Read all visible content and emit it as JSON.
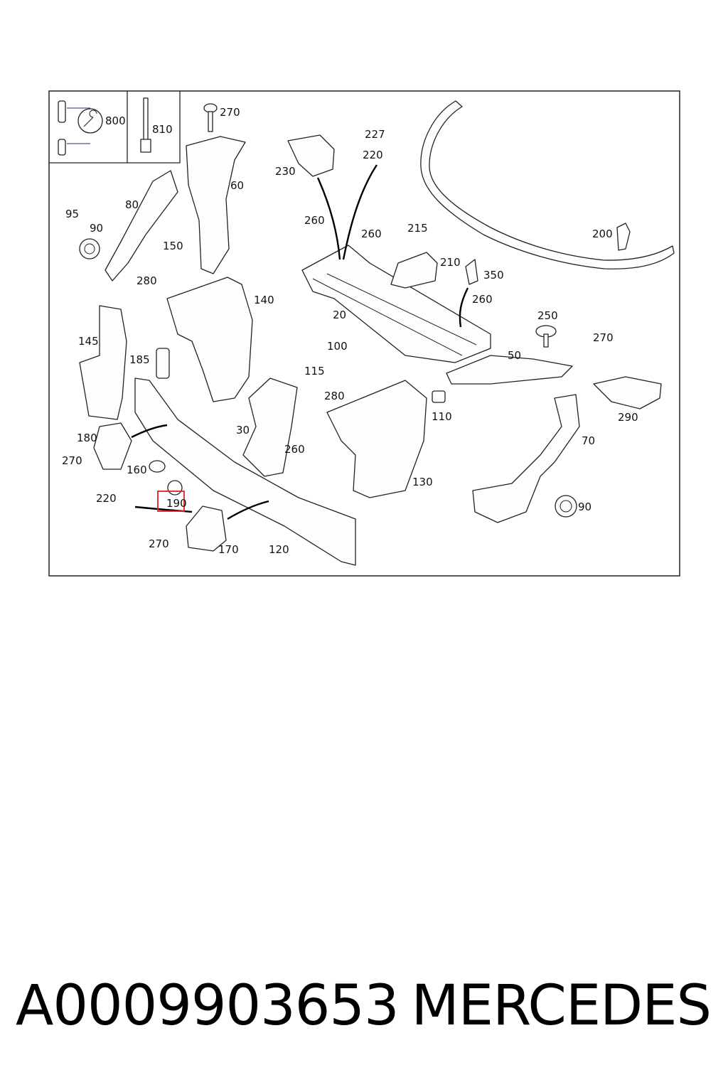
{
  "diagram": {
    "callouts": [
      "800",
      "810",
      "270",
      "227",
      "220",
      "230",
      "60",
      "80",
      "95",
      "90",
      "260",
      "260",
      "215",
      "200",
      "150",
      "210",
      "350",
      "280",
      "140",
      "260",
      "250",
      "270",
      "145",
      "20",
      "185",
      "100",
      "50",
      "115",
      "280",
      "110",
      "290",
      "180",
      "30",
      "260",
      "70",
      "270",
      "160",
      "130",
      "90",
      "220",
      "190",
      "270",
      "170",
      "120"
    ],
    "highlighted_callout": "190"
  },
  "footer": {
    "part_number": "A0009903653",
    "brand": "MERCEDES"
  }
}
